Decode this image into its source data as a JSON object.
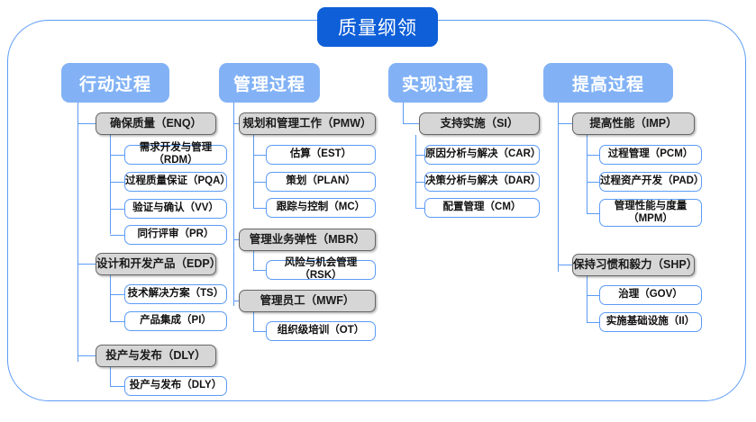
{
  "diagram": {
    "title": "质量纲领",
    "type": "hierarchy-tree",
    "colors": {
      "title_fill": "#0e5fd8",
      "header_fill": "#82b2f5",
      "group_fill": "#d6d6d6",
      "group_border": "#666666",
      "leaf_border": "#5b9bf5",
      "frame_border": "#5b9bf5",
      "text_on_blue": "#ffffff",
      "text_dark": "#111111"
    },
    "columns": [
      {
        "header": "行动过程",
        "groups": [
          {
            "label": "确保质量（ENQ）",
            "children": [
              "需求开发与管理（RDM）",
              "过程质量保证（PQA）",
              "验证与确认（VV）",
              "同行评审（PR）"
            ]
          },
          {
            "label": "设计和开发产品（EDP）",
            "children": [
              "技术解决方案（TS）",
              "产品集成（PI）"
            ]
          },
          {
            "label": "投产与发布（DLY）",
            "children": [
              "投产与发布（DLY）"
            ]
          }
        ]
      },
      {
        "header": "管理过程",
        "groups": [
          {
            "label": "规划和管理工作（PMW）",
            "children": [
              "估算（EST）",
              "策划（PLAN）",
              "跟踪与控制（MC）"
            ]
          },
          {
            "label": "管理业务弹性（MBR）",
            "children": [
              "风险与机会管理（RSK）"
            ]
          },
          {
            "label": "管理员工（MWF）",
            "children": [
              "组织级培训（OT）"
            ]
          }
        ]
      },
      {
        "header": "实现过程",
        "groups": [
          {
            "label": "支持实施（SI）",
            "children": [
              "原因分析与解决（CAR）",
              "决策分析与解决（DAR）",
              "配置管理（CM）"
            ]
          }
        ]
      },
      {
        "header": "提高过程",
        "groups": [
          {
            "label": "提高性能（IMP）",
            "children": [
              "过程管理（PCM）",
              "过程资产开发（PAD）",
              "管理性能与度量（MPM）"
            ]
          },
          {
            "label": "保持习惯和毅力（SHP）",
            "children": [
              "治理（GOV）",
              "实施基础设施（II）"
            ]
          }
        ]
      }
    ]
  }
}
